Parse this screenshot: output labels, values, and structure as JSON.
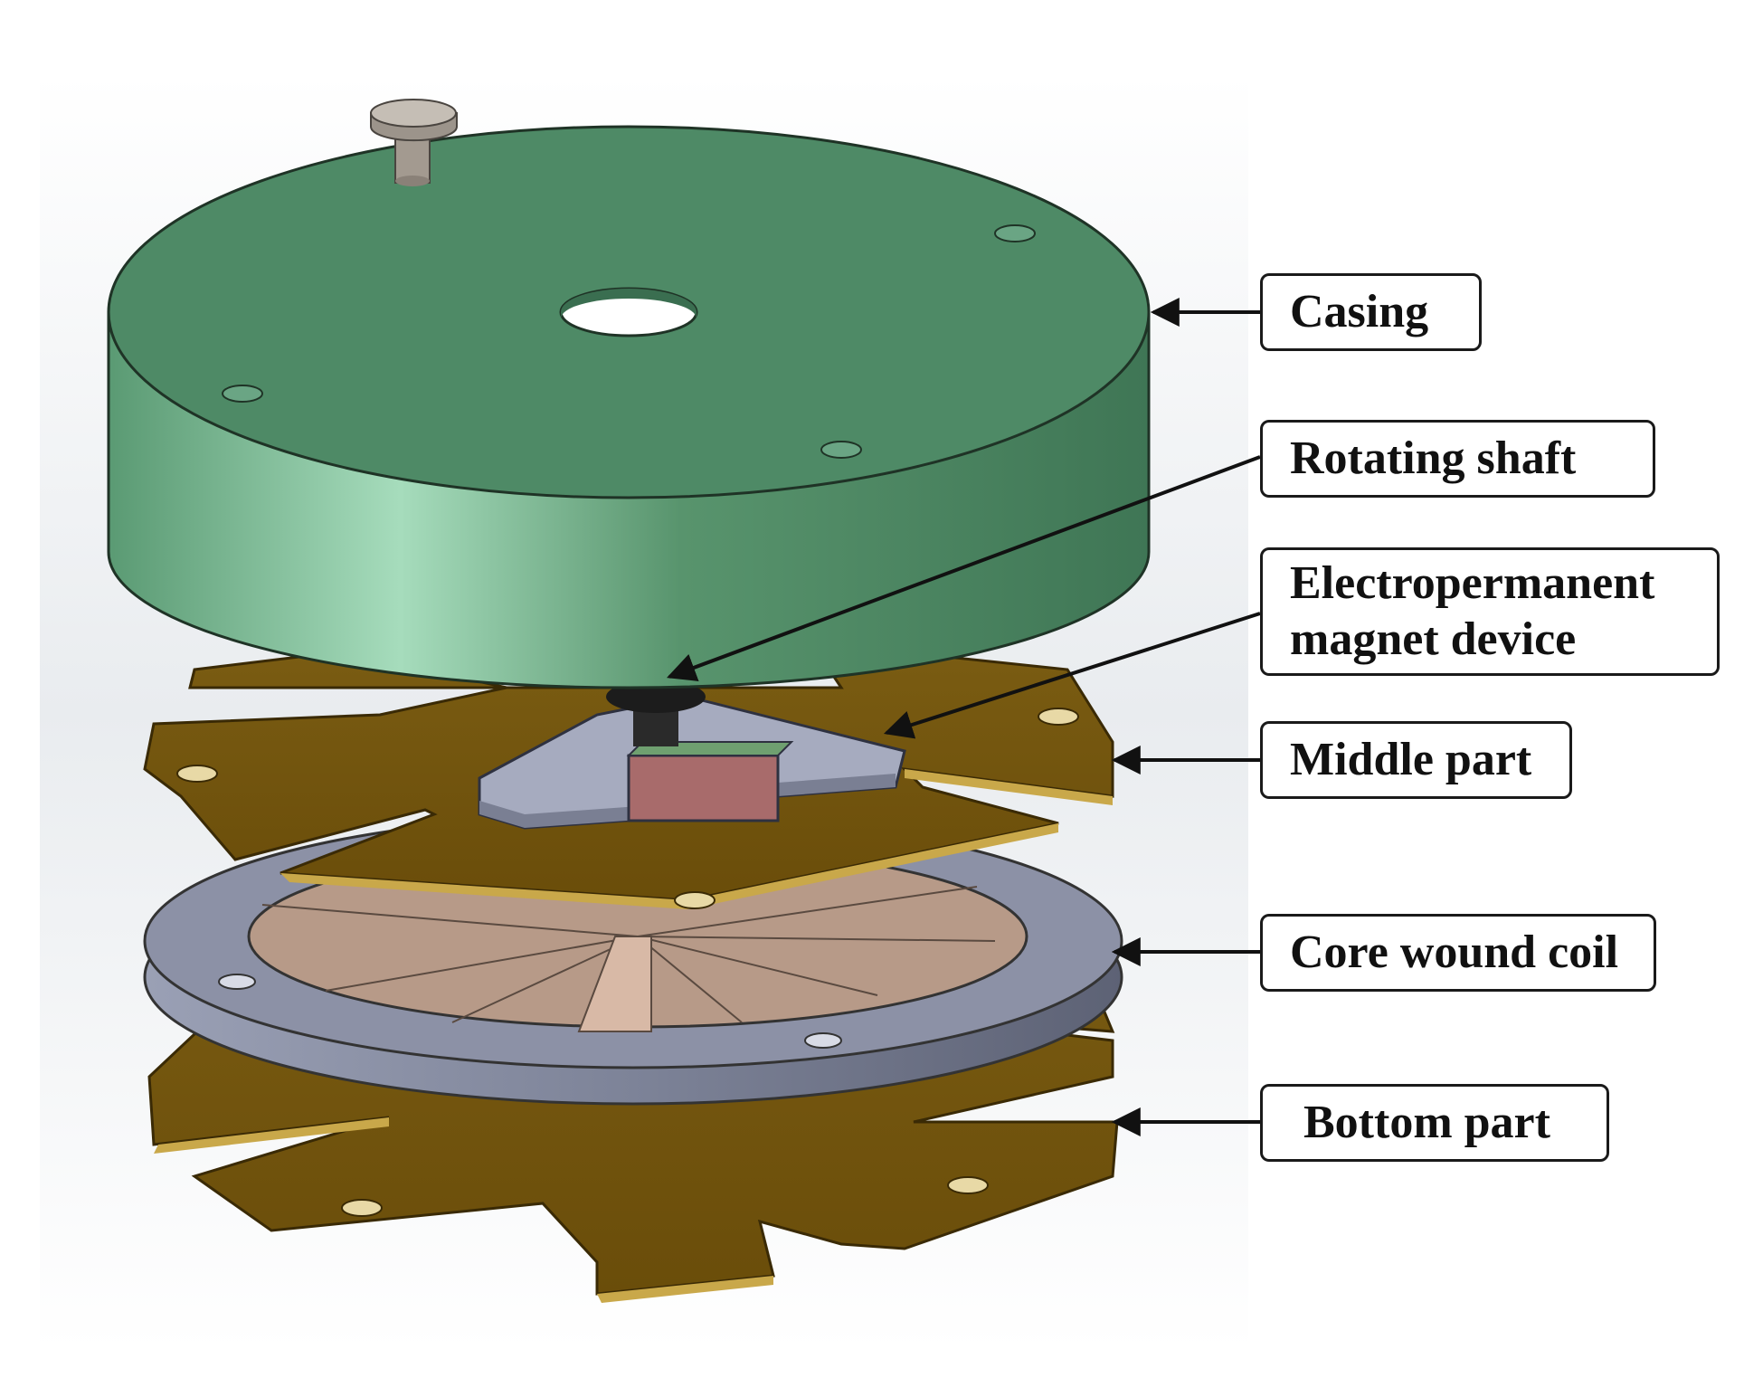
{
  "labels": {
    "casing": "Casing",
    "rotating_shaft": "Rotating shaft",
    "epm_line1": "Electropermanent",
    "epm_line2": "magnet device",
    "middle_part": "Middle part",
    "core_wound_coil": "Core wound coil",
    "bottom_part": "Bottom part"
  },
  "colors": {
    "casing": "#4e8a66",
    "copper": "#7a5a10",
    "ring": "#8a8fa3",
    "background": "#eef0f2"
  }
}
